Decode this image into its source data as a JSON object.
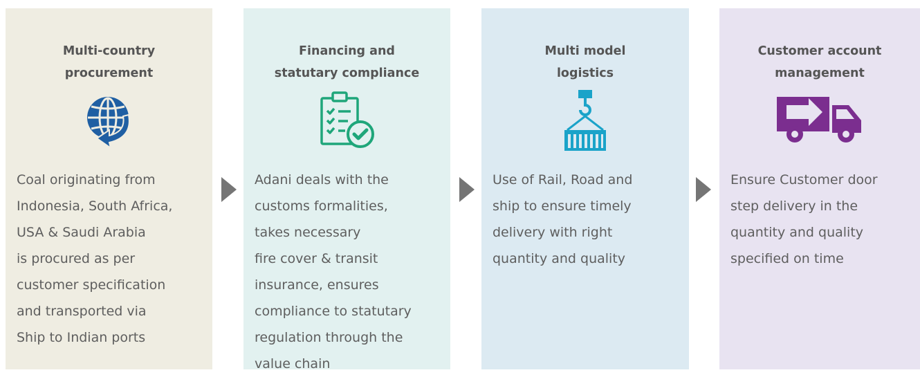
{
  "steps": [
    {
      "title": "Multi-country\nprocurement",
      "icon": "globe-icon",
      "description": "Coal originating from\nIndonesia, South Africa,\nUSA & Saudi Arabia\nis procured as per\ncustomer specification\nand transported via\nShip to Indian ports"
    },
    {
      "title": "Financing and\nstatutary compliance",
      "icon": "clipboard-check-icon",
      "description": "Adani deals with the\ncustoms formalities,\ntakes necessary\nfire cover & transit\ninsurance, ensures\ncompliance to statutary\nregulation through the\nvalue chain"
    },
    {
      "title": "Multi model\nlogistics",
      "icon": "crane-container-icon",
      "description": "Use of Rail, Road and\nship to ensure timely\ndelivery with right\nquantity and quality"
    },
    {
      "title": "Customer account\nmanagement",
      "icon": "delivery-truck-icon",
      "description": "Ensure Customer door\nstep delivery in the\nquantity and quality\nspecified on time"
    }
  ],
  "colors": {
    "card1_bg": "#efede2",
    "card2_bg": "#e2f1f0",
    "card3_bg": "#dceaf2",
    "card4_bg": "#e8e3f1",
    "globe": "#1f5fa3",
    "clipboard": "#1fa67a",
    "crane": "#1aa3c9",
    "truck": "#7b2e8f",
    "arrow": "#757575"
  }
}
